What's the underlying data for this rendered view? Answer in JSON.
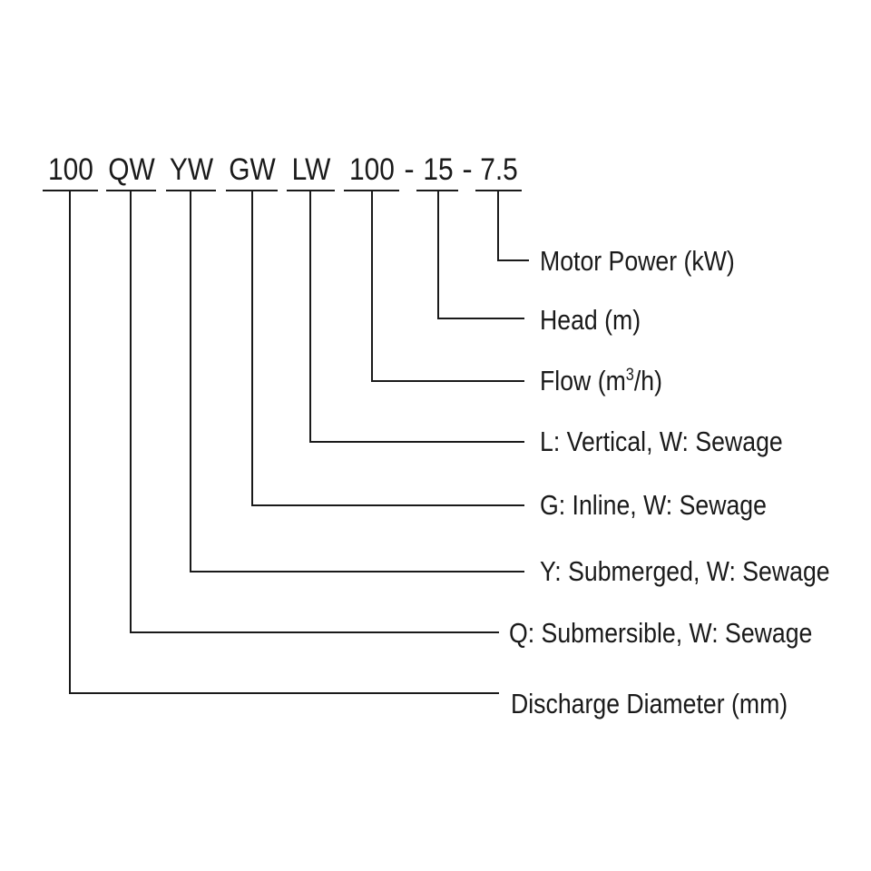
{
  "model_code": {
    "segments": [
      "100",
      "QW",
      "YW",
      "GW",
      "LW",
      "100",
      "15",
      "7.5"
    ],
    "separators": [
      "-",
      "-"
    ]
  },
  "descriptions": {
    "motor_power": "Motor Power (kW)",
    "head": "Head (m)",
    "flow_prefix": "Flow (m",
    "flow_superscript": "3",
    "flow_suffix": "/h)",
    "vertical": "L: Vertical, W: Sewage",
    "inline": "G: Inline, W: Sewage",
    "submerged": "Y: Submerged, W: Sewage",
    "submersible": "Q: Submersible, W: Sewage",
    "discharge_diameter": "Discharge Diameter  (mm)"
  },
  "colors": {
    "text": "#1a1a1a",
    "line": "#1a1a1a",
    "background": "#ffffff"
  }
}
